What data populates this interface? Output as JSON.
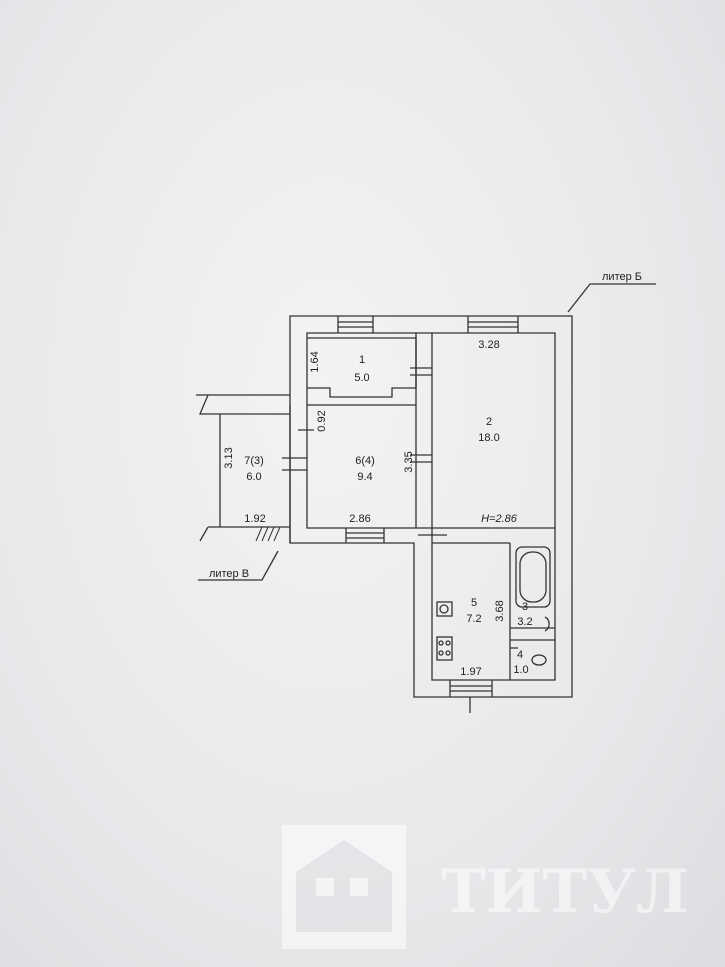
{
  "plan": {
    "liter_b": "литер Б",
    "liter_v": "литер В",
    "height_note": "H=2.86",
    "rooms": [
      {
        "number": "1",
        "area": "5.0"
      },
      {
        "number": "2",
        "area": "18.0"
      },
      {
        "number": "3",
        "area": "3.2"
      },
      {
        "number": "4",
        "area": "1.0"
      },
      {
        "number": "5",
        "area": "7.2"
      },
      {
        "number": "6(4)",
        "area": "9.4"
      },
      {
        "number": "7(3)",
        "area": "6.0"
      }
    ],
    "dimensions": {
      "room1_height": "1.64",
      "room2_width": "3.28",
      "room6_wall": "0.92",
      "room6_height": "3.35",
      "room6_width": "2.86",
      "room7_height": "3.13",
      "room7_width": "1.92",
      "room5_height": "3.68",
      "room5_width": "1.97"
    }
  },
  "watermark": {
    "text": "ТИТУЛ",
    "logo_icon": "house-logo-icon"
  },
  "colors": {
    "paper": "#ecedef",
    "line": "#333333",
    "watermark": "#ffffff"
  }
}
